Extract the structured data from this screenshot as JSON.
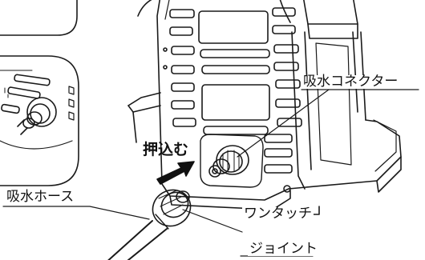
{
  "labels": {
    "connector": "吸水コネクター",
    "push_in": "押込む",
    "hose": "吸水ホース",
    "onetouch_line1": "ワンタッチ",
    "onetouch_line2": "ジョイント"
  },
  "colors": {
    "line": "#1a1a1a",
    "arrow": "#111111",
    "background": "#ffffff"
  }
}
